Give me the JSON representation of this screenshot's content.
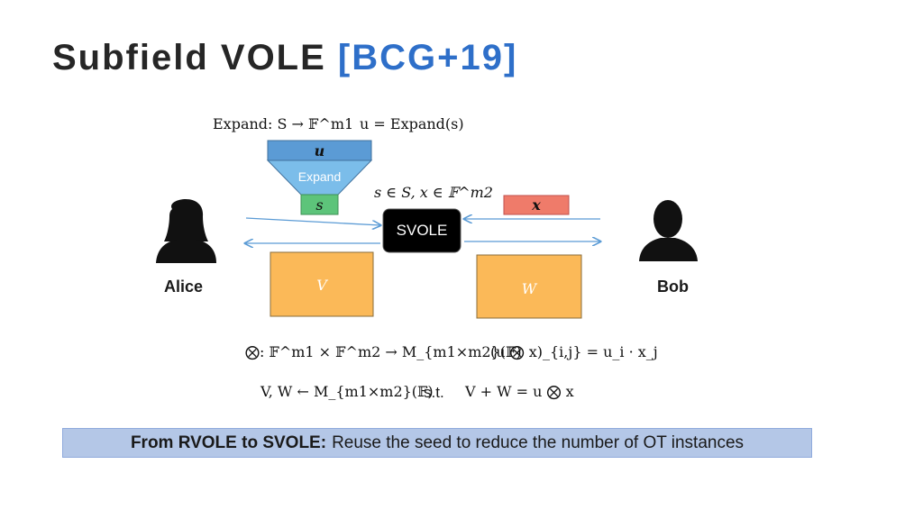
{
  "title": {
    "main": "Subfield VOLE",
    "cite": "[BCG+19]"
  },
  "expand": {
    "definition": "Expand: S → 𝔽^m1",
    "result": "u = Expand(s)",
    "funnel_top": "u",
    "funnel_label": "Expand",
    "seed": "s"
  },
  "svole": {
    "inputs": "s ∈ S, x ∈ 𝔽^m2",
    "box_label": "SVOLE",
    "bob_input": "x"
  },
  "parties": {
    "alice": "Alice",
    "bob": "Bob"
  },
  "outputs": {
    "alice": "V",
    "bob": "W"
  },
  "formulas": {
    "tensor": "⨂: 𝔽^m1 × 𝔽^m2 → M_{m1×m2}(𝔽)",
    "tensor_def": "(u ⨂ x)_{i,j} = u_i · x_j",
    "sampling": "V, W ← M_{m1×m2}(𝔽)",
    "st": "s.t.",
    "relation": "V + W = u ⨂ x"
  },
  "note": {
    "bold": "From RVOLE to SVOLE:",
    "text": "Reuse the seed to reduce the number of OT instances"
  },
  "colors": {
    "title_accent": "#2e6fc9",
    "funnel_top": "#5b9bd5",
    "funnel_bottom": "#7bbdea",
    "seed_box": "#5dc47a",
    "bob_input_box": "#ef7b6a",
    "output_box": "#fbb958",
    "svole_box": "#000000",
    "arrows": "#5b9bd5",
    "note_bg": "#b4c7e7"
  },
  "icons": [
    "alice-person-icon",
    "bob-person-icon",
    "right-arrow-icon",
    "left-arrow-icon"
  ]
}
